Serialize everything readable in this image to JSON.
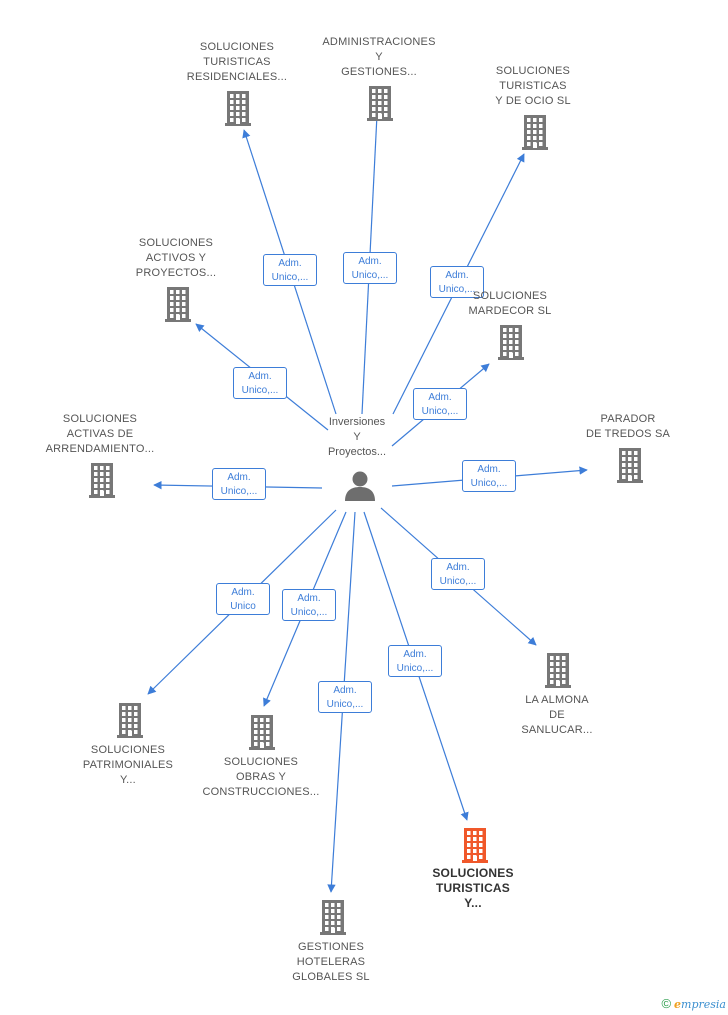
{
  "center": {
    "label": "Inversiones\nY\nProyectos..."
  },
  "colors": {
    "edge": "#3d7dd8",
    "building": "#777777",
    "highlight": "#f0582a"
  },
  "nodes": [
    {
      "id": "n1",
      "label": "SOLUCIONES\nTURISTICAS\nRESIDENCIALES...",
      "highlight": false,
      "edge_label": "Adm.\nUnico,..."
    },
    {
      "id": "n2",
      "label": "ADMINISTRACIONES\nY\nGESTIONES...",
      "highlight": false,
      "edge_label": "Adm.\nUnico,..."
    },
    {
      "id": "n3",
      "label": "SOLUCIONES\nTURISTICAS\nY DE OCIO  SL",
      "highlight": false,
      "edge_label": "Adm.\nUnico,..."
    },
    {
      "id": "n4",
      "label": "SOLUCIONES\nACTIVOS Y\nPROYECTOS...",
      "highlight": false,
      "edge_label": "Adm.\nUnico,..."
    },
    {
      "id": "n5",
      "label": "SOLUCIONES\nMARDECOR  SL",
      "highlight": false,
      "edge_label": "Adm.\nUnico,..."
    },
    {
      "id": "n6",
      "label": "SOLUCIONES\nACTIVAS DE\nARRENDAMIENTO...",
      "highlight": false,
      "edge_label": "Adm.\nUnico,..."
    },
    {
      "id": "n7",
      "label": "PARADOR\nDE TREDOS SA",
      "highlight": false,
      "edge_label": "Adm.\nUnico,..."
    },
    {
      "id": "n8",
      "label": "SOLUCIONES\nPATRIMONIALES\nY...",
      "highlight": false,
      "edge_label": "Adm.\nUnico"
    },
    {
      "id": "n9",
      "label": "SOLUCIONES\nOBRAS Y\nCONSTRUCCIONES...",
      "highlight": false,
      "edge_label": "Adm.\nUnico,..."
    },
    {
      "id": "n10",
      "label": "LA ALMONA\nDE\nSANLUCAR...",
      "highlight": false,
      "edge_label": "Adm.\nUnico,..."
    },
    {
      "id": "n11",
      "label": "GESTIONES\nHOTELERAS\nGLOBALES  SL",
      "highlight": false,
      "edge_label": "Adm.\nUnico,..."
    },
    {
      "id": "n12",
      "label": "SOLUCIONES\nTURISTICAS\nY...",
      "highlight": true,
      "edge_label": "Adm.\nUnico,..."
    }
  ],
  "footer": {
    "symbol": "©",
    "brand_initial": "e",
    "brand_rest": "mpresia"
  }
}
